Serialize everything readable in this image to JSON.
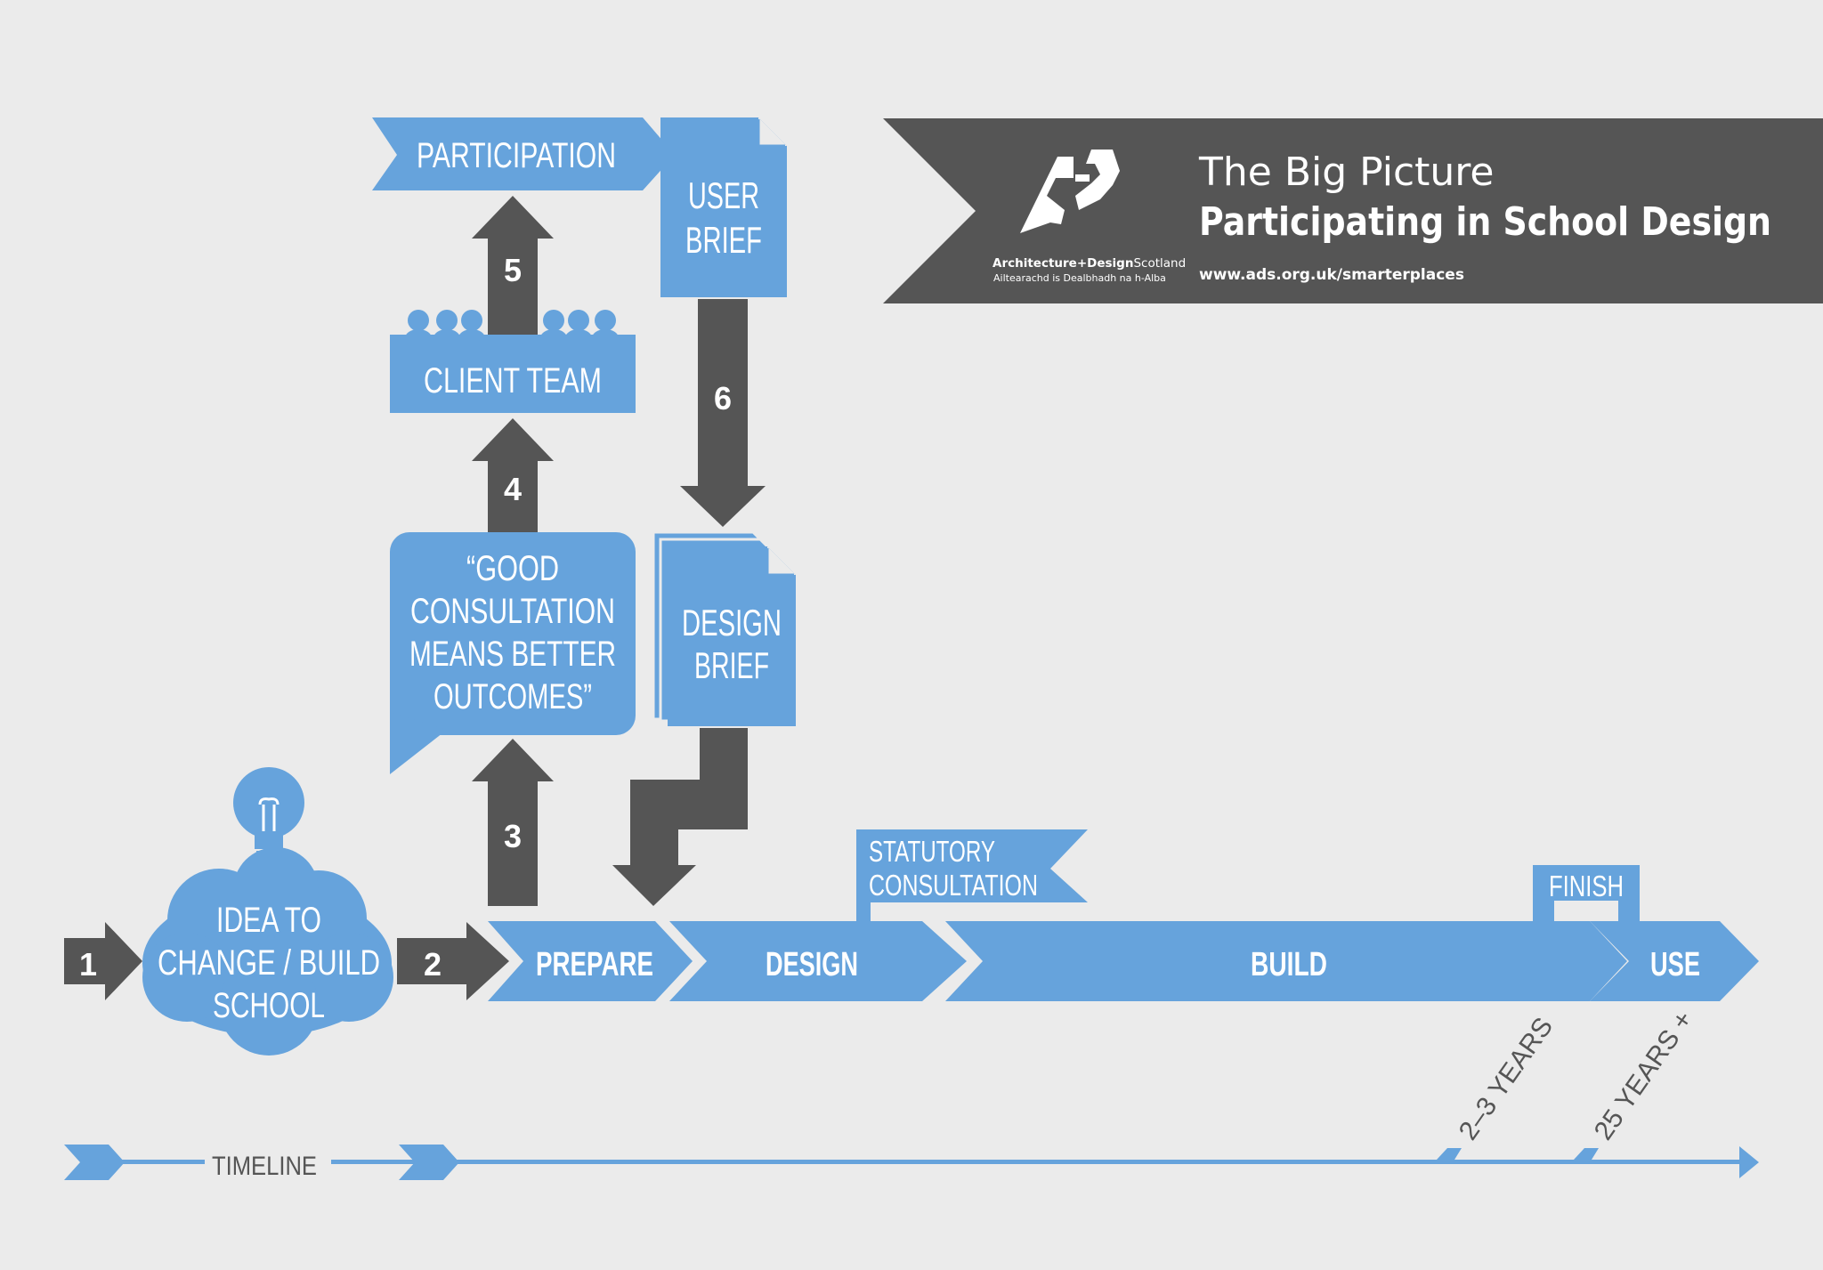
{
  "header": {
    "title": "The Big Picture",
    "subtitle": "Participating in School Design",
    "url": "www.ads.org.uk/smarterplaces",
    "org_name_bold": "Architecture+Design",
    "org_name_light": "Scotland",
    "org_name_gaelic": "Ailtearachd is Dealbhadh na h-Alba",
    "logo": "ads-logo-icon"
  },
  "steps": {
    "s1": "1",
    "s2": "2",
    "s3": "3",
    "s4": "4",
    "s5": "5",
    "s6": "6"
  },
  "idea": {
    "line1": "IDEA TO",
    "line2": "CHANGE / BUILD",
    "line3": "SCHOOL",
    "icon": "lightbulb-icon"
  },
  "quote": {
    "line1": "“GOOD",
    "line2": "CONSULTATION",
    "line3": "MEANS BETTER",
    "line4": "OUTCOMES”"
  },
  "client_team": {
    "label": "CLIENT TEAM",
    "icon": "people-icon"
  },
  "participation": {
    "label": "PARTICIPATION"
  },
  "user_brief": {
    "line1": "USER",
    "line2": "BRIEF"
  },
  "design_brief": {
    "line1": "DESIGN",
    "line2": "BRIEF"
  },
  "stages": {
    "prepare": "PREPARE",
    "design": "DESIGN",
    "build": "BUILD",
    "use": "USE"
  },
  "flags": {
    "statutory1": "STATUTORY",
    "statutory2": "CONSULTATION",
    "finish": "FINISH"
  },
  "timeline": {
    "label": "TIMELINE",
    "mark1": "2–3 YEARS",
    "mark2": "25 YEARS +"
  },
  "colors": {
    "blue": "#66a3dc",
    "dark": "#555555",
    "background": "#ebebeb",
    "white": "#ffffff"
  }
}
